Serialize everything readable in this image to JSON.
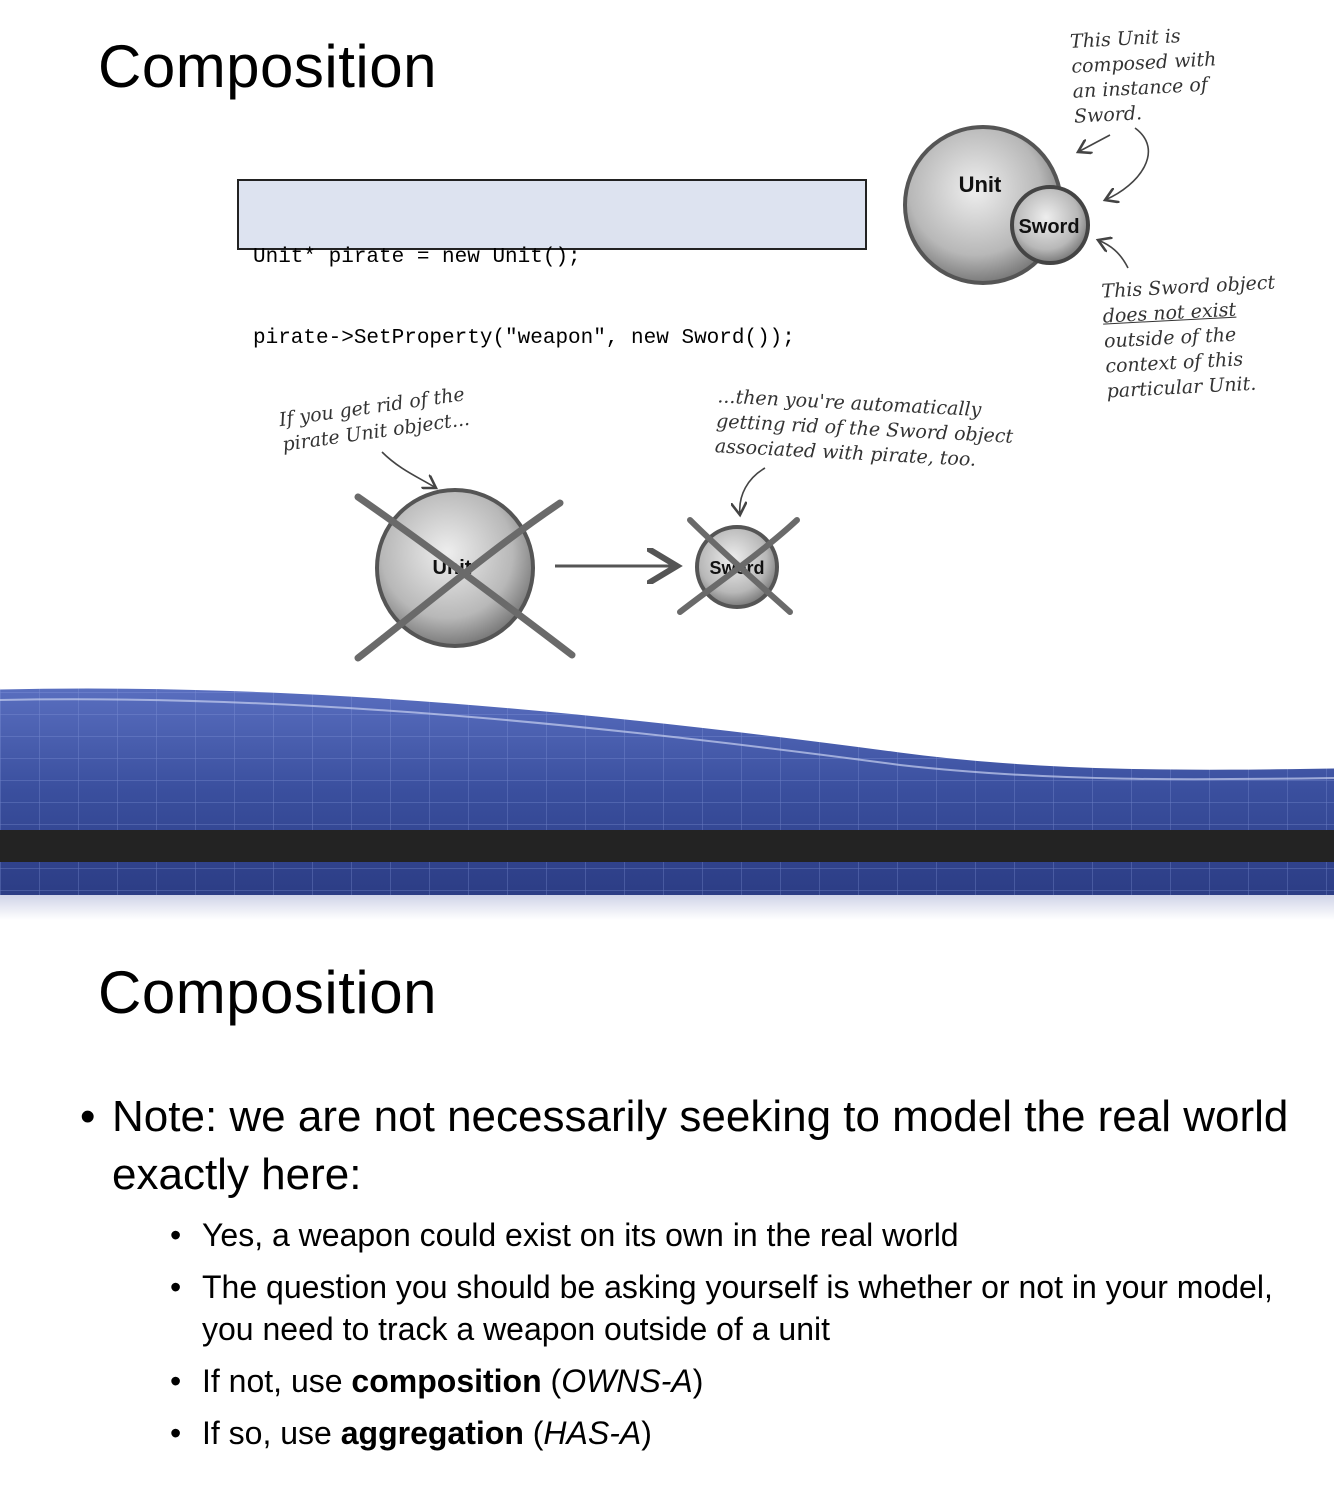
{
  "slide1": {
    "title": "Composition",
    "code": {
      "line1": "Unit* pirate = new Unit();",
      "line2": "pirate->SetProperty(\"weapon\", new Sword());"
    },
    "annotations": {
      "top_right": [
        "This Unit is",
        "composed with",
        "an instance of",
        "Sword."
      ],
      "right": [
        "This Sword object",
        "does not exist",
        "outside of the",
        "context of this",
        "particular Unit."
      ],
      "left": [
        "If you get rid of the",
        "pirate Unit object..."
      ],
      "middle": [
        "...then you're automatically",
        "getting rid of the Sword object",
        "associated with pirate, too."
      ]
    },
    "diagram": {
      "unit_label": "Unit",
      "sword_label": "Sword"
    }
  },
  "slide2": {
    "title": "Composition",
    "main_bullet": "Note: we are not necessarily seeking to model the real world exactly here:",
    "sub_bullets": {
      "b1": "Yes, a weapon could exist on its own in the real world",
      "b2": "The question you should be asking yourself is whether or not in your model, you need to track a weapon outside of a unit",
      "b3_prefix": "If not, use ",
      "b3_bold": "composition",
      "b3_open": " (",
      "b3_italic": "OWNS-A",
      "b3_close": ")",
      "b4_prefix": "If so, use ",
      "b4_bold": "aggregation",
      "b4_open": " (",
      "b4_italic": "HAS-A",
      "b4_close": ")"
    }
  },
  "colors": {
    "banner_blue": "#3a4f9e",
    "banner_dark": "#222222",
    "code_bg": "#dde3f0"
  }
}
